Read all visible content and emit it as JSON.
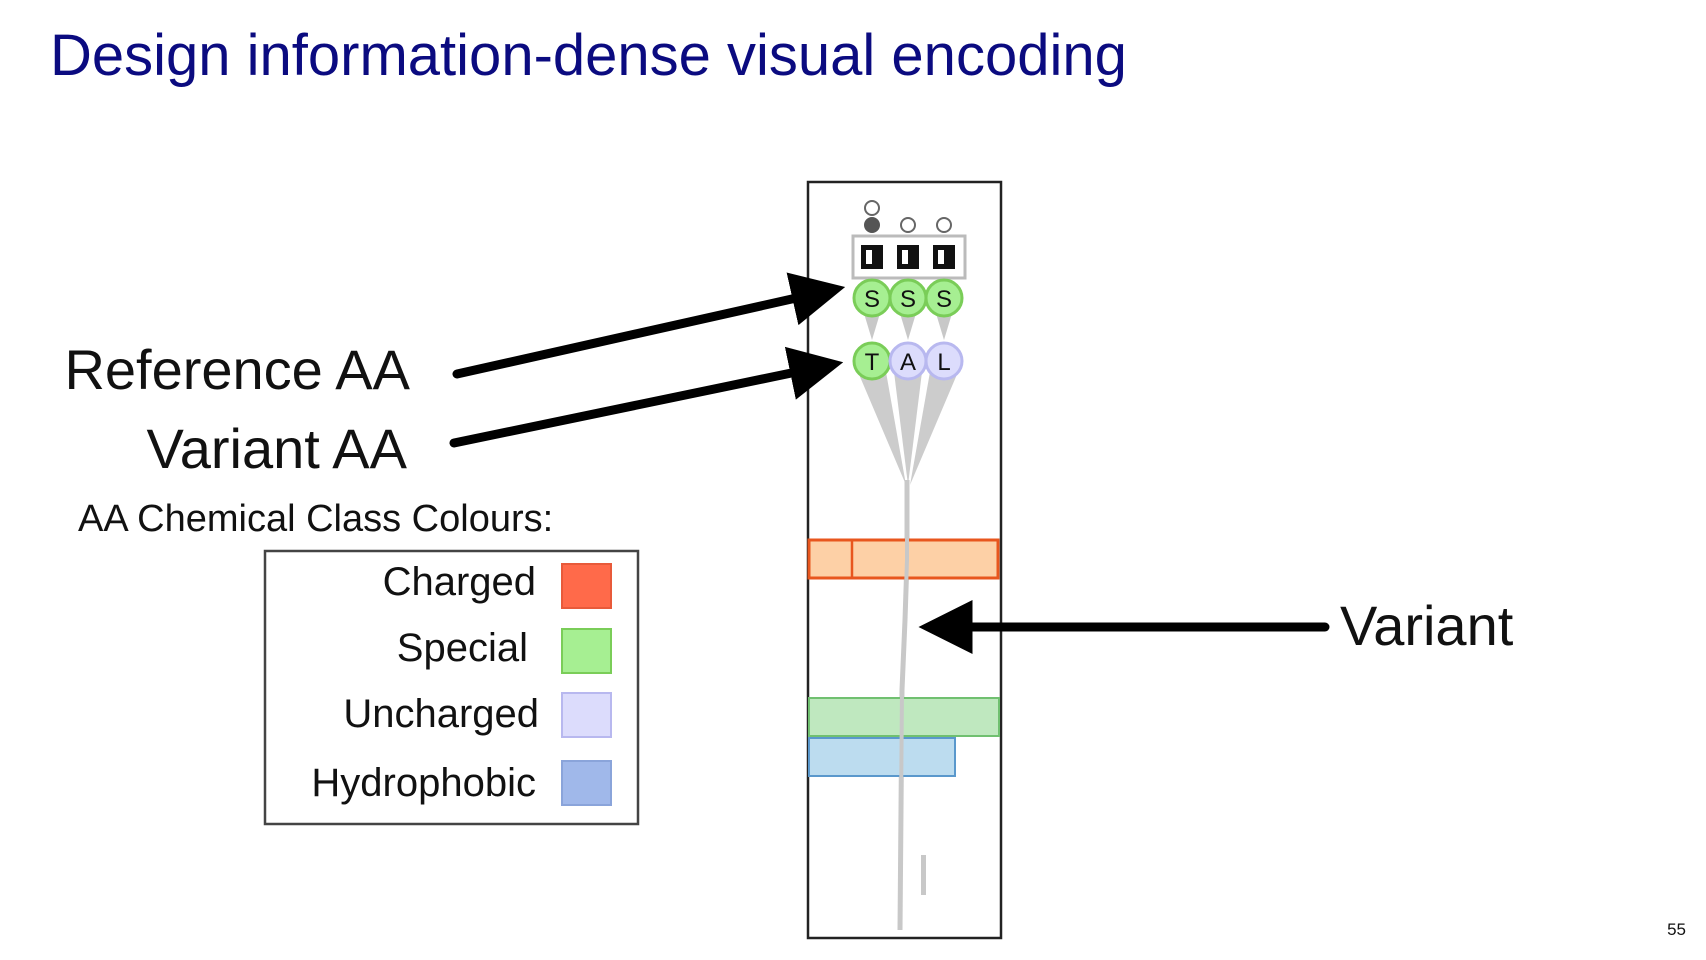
{
  "slide": {
    "title": "Design information-dense visual encoding",
    "page_number": "55"
  },
  "annotations": {
    "reference_aa": "Reference AA",
    "variant_aa": "Variant AA",
    "variant": "Variant"
  },
  "legend": {
    "heading": "AA Chemical Class Colours:",
    "items": [
      {
        "label": "Charged",
        "color": "#ff6a4a"
      },
      {
        "label": "Special",
        "color": "#a6ef92"
      },
      {
        "label": "Uncharged",
        "color": "#dcdcfc"
      },
      {
        "label": "Hydrophobic",
        "color": "#a0b8ea"
      }
    ]
  },
  "track": {
    "reference_residues": [
      "S",
      "S",
      "S"
    ],
    "variant_residues": [
      "T",
      "A",
      "L"
    ],
    "reference_colors": [
      "#a6ef92",
      "#a6ef92",
      "#a6ef92"
    ],
    "variant_colors": [
      "#a6ef92",
      "#dcdcfc",
      "#dcdcfc"
    ]
  },
  "colors": {
    "title": "#0b0b80",
    "orange_feature_fill": "#fdd0a6",
    "orange_feature_stroke": "#e8561e",
    "green_feature_fill": "#bfe8bf",
    "green_feature_stroke": "#70c070",
    "blue_feature_fill": "#bcdcef",
    "blue_feature_stroke": "#5a98cc"
  }
}
